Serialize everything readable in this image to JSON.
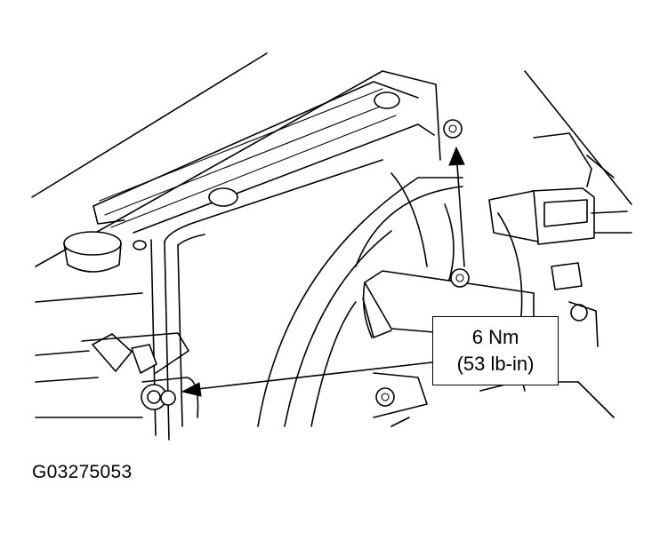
{
  "figure": {
    "torque_callout": {
      "metric": "6 Nm",
      "imperial": "(53 lb-in)"
    },
    "figure_id": "G03275053"
  }
}
